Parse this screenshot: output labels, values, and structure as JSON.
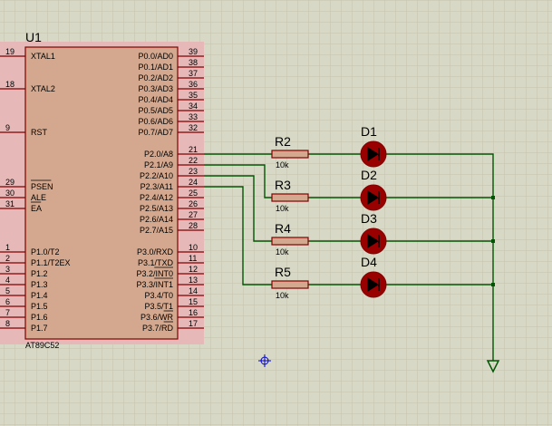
{
  "chip": {
    "ref": "U1",
    "part": "AT89C52",
    "left_pins": [
      {
        "num": "19",
        "label": "XTAL1"
      },
      {
        "num": "18",
        "label": "XTAL2"
      },
      {
        "num": "9",
        "label": "RST"
      },
      {
        "num": "29",
        "label": "PSEN"
      },
      {
        "num": "30",
        "label": "ALE"
      },
      {
        "num": "31",
        "label": "EA"
      },
      {
        "num": "1",
        "label": "P1.0/T2"
      },
      {
        "num": "2",
        "label": "P1.1/T2EX"
      },
      {
        "num": "3",
        "label": "P1.2"
      },
      {
        "num": "4",
        "label": "P1.3"
      },
      {
        "num": "5",
        "label": "P1.4"
      },
      {
        "num": "6",
        "label": "P1.5"
      },
      {
        "num": "7",
        "label": "P1.6"
      },
      {
        "num": "8",
        "label": "P1.7"
      }
    ],
    "right_pins": [
      {
        "num": "39",
        "label": "P0.0/AD0"
      },
      {
        "num": "38",
        "label": "P0.1/AD1"
      },
      {
        "num": "37",
        "label": "P0.2/AD2"
      },
      {
        "num": "36",
        "label": "P0.3/AD3"
      },
      {
        "num": "35",
        "label": "P0.4/AD4"
      },
      {
        "num": "34",
        "label": "P0.5/AD5"
      },
      {
        "num": "33",
        "label": "P0.6/AD6"
      },
      {
        "num": "32",
        "label": "P0.7/AD7"
      },
      {
        "num": "21",
        "label": "P2.0/A8"
      },
      {
        "num": "22",
        "label": "P2.1/A9"
      },
      {
        "num": "23",
        "label": "P2.2/A10"
      },
      {
        "num": "24",
        "label": "P2.3/A11"
      },
      {
        "num": "25",
        "label": "P2.4/A12"
      },
      {
        "num": "26",
        "label": "P2.5/A13"
      },
      {
        "num": "27",
        "label": "P2.6/A14"
      },
      {
        "num": "28",
        "label": "P2.7/A15"
      },
      {
        "num": "10",
        "label": "P3.0/RXD"
      },
      {
        "num": "11",
        "label": "P3.1/TXD"
      },
      {
        "num": "12",
        "label": "P3.2/INT0"
      },
      {
        "num": "13",
        "label": "P3.3/INT1"
      },
      {
        "num": "14",
        "label": "P3.4/T0"
      },
      {
        "num": "15",
        "label": "P3.5/T1"
      },
      {
        "num": "16",
        "label": "P3.6/WR"
      },
      {
        "num": "17",
        "label": "P3.7/RD"
      }
    ]
  },
  "resistors": [
    {
      "ref": "R2",
      "value": "10k"
    },
    {
      "ref": "R3",
      "value": "10k"
    },
    {
      "ref": "R4",
      "value": "10k"
    },
    {
      "ref": "R5",
      "value": "10k"
    }
  ],
  "leds": [
    {
      "ref": "D1"
    },
    {
      "ref": "D2"
    },
    {
      "ref": "D3"
    },
    {
      "ref": "D4"
    }
  ],
  "colors": {
    "background": "#d8d8c6",
    "grid": "#c4c4b0",
    "chip_fill": "#d4a88e",
    "chip_highlight": "#e6b8b8",
    "component_outline": "#800000",
    "wire": "#005500",
    "led_fill": "#990000",
    "cursor": "#0000cc"
  }
}
